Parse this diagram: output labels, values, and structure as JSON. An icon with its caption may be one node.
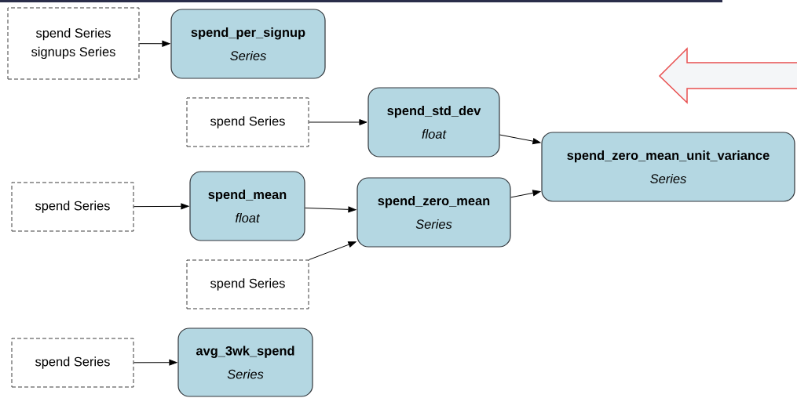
{
  "diagram": {
    "nodes": [
      {
        "text": [
          "spend Series",
          "signups Series"
        ]
      },
      {
        "text": [
          "spend_per_signup",
          "Series"
        ]
      },
      {
        "text": [
          "spend Series"
        ]
      },
      {
        "text": [
          "spend_std_dev",
          "float"
        ]
      },
      {
        "text": [
          "spend_zero_mean_unit_variance",
          "Series"
        ]
      },
      {
        "text": [
          "spend Series"
        ]
      },
      {
        "text": [
          "spend_mean",
          "float"
        ]
      },
      {
        "text": [
          "spend_zero_mean",
          "Series"
        ]
      },
      {
        "text": [
          "spend Series"
        ]
      },
      {
        "text": [
          "spend Series"
        ]
      },
      {
        "text": [
          "avg_3wk_spend",
          "Series"
        ]
      }
    ],
    "edges": [
      {
        "from": 0,
        "to": 1,
        "arrow": "to"
      },
      {
        "from": 2,
        "to": 3,
        "arrow": "to"
      },
      {
        "from": 3,
        "to": 4,
        "arrow": "to"
      },
      {
        "from": 7,
        "to": 4,
        "arrow": "to"
      },
      {
        "from": 5,
        "to": 6,
        "arrow": "to"
      },
      {
        "from": 6,
        "to": 7,
        "arrow": "to"
      },
      {
        "from": 8,
        "to": 7,
        "arrow": "to"
      },
      {
        "from": 9,
        "to": 10,
        "arrow": "to"
      }
    ]
  }
}
